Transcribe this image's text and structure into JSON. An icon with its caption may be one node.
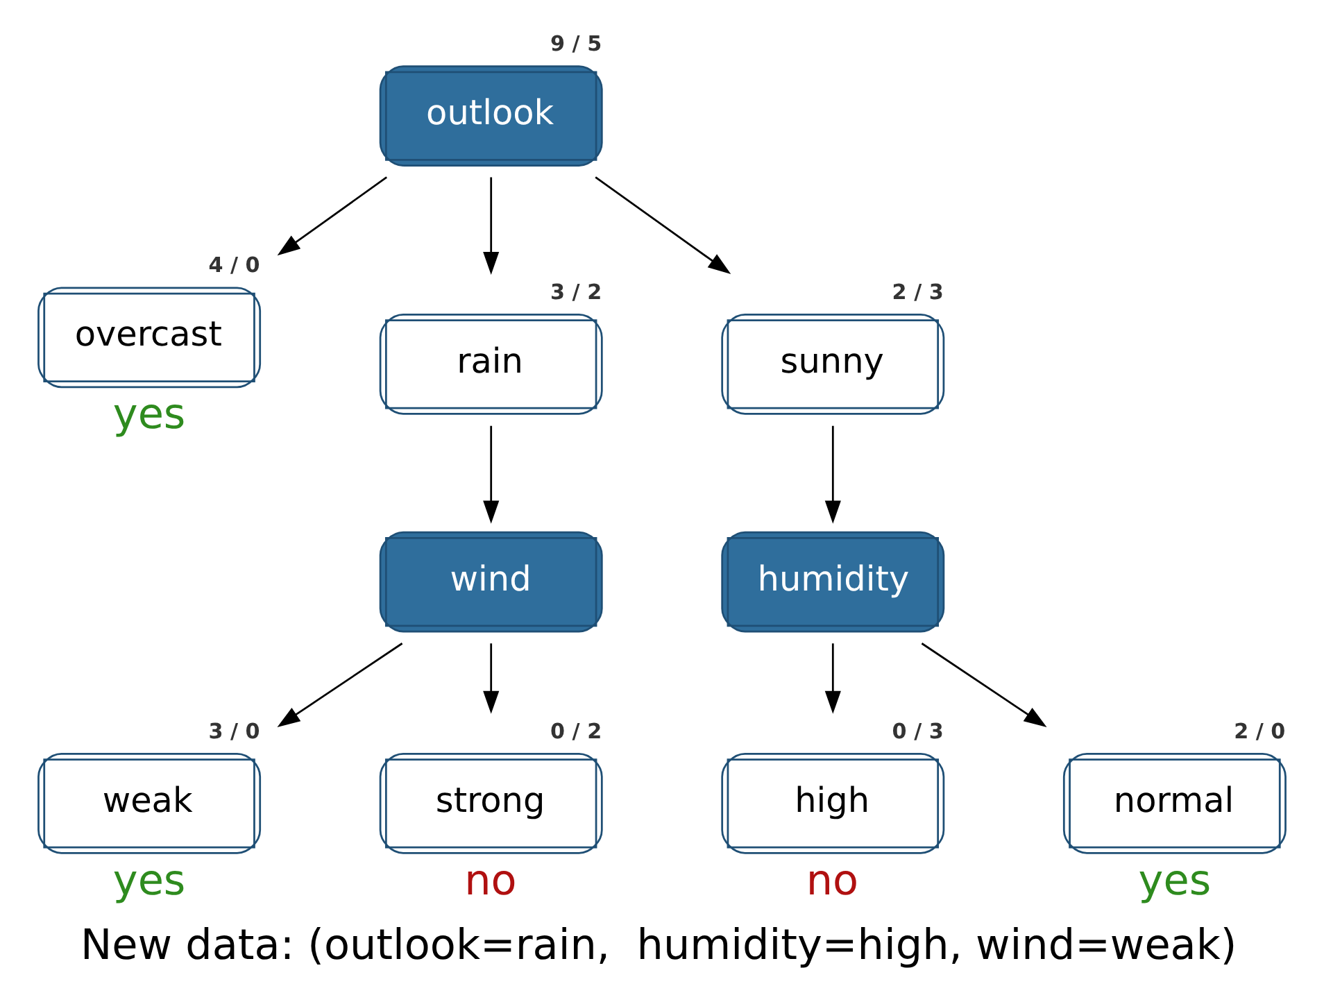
{
  "diagram": {
    "caption": "New data: (outlook=rain,  humidity=high, wind=weak)",
    "nodes": [
      {
        "text": [
          "outlook"
        ],
        "beside": [
          "9 / 5"
        ]
      },
      {
        "text": [
          "overcast"
        ],
        "beside": [
          "4 / 0",
          "yes"
        ]
      },
      {
        "text": [
          "rain"
        ],
        "beside": [
          "3 / 2"
        ]
      },
      {
        "text": [
          "sunny"
        ],
        "beside": [
          "2 / 3"
        ]
      },
      {
        "text": [
          "wind"
        ]
      },
      {
        "text": [
          "humidity"
        ]
      },
      {
        "text": [
          "weak"
        ],
        "beside": [
          "3 / 0",
          "yes"
        ]
      },
      {
        "text": [
          "strong"
        ],
        "beside": [
          "0 / 2",
          "no"
        ]
      },
      {
        "text": [
          "high"
        ],
        "beside": [
          "0 / 3",
          "no"
        ]
      },
      {
        "text": [
          "normal"
        ],
        "beside": [
          "2 / 0",
          "yes"
        ]
      }
    ],
    "edges": [
      {
        "from": 0,
        "to": 3,
        "arrow": "to"
      },
      {
        "from": 0,
        "to": 1,
        "arrow": "to"
      },
      {
        "from": 0,
        "to": 2,
        "arrow": "to"
      },
      {
        "from": 3,
        "to": 5,
        "arrow": "to"
      },
      {
        "from": 2,
        "to": 4,
        "arrow": "to"
      },
      {
        "from": 5,
        "to": 8,
        "arrow": "to"
      },
      {
        "from": 5,
        "to": 9,
        "arrow": "to"
      },
      {
        "from": 4,
        "to": 6,
        "arrow": "to"
      },
      {
        "from": 4,
        "to": 7,
        "arrow": "to"
      }
    ]
  }
}
